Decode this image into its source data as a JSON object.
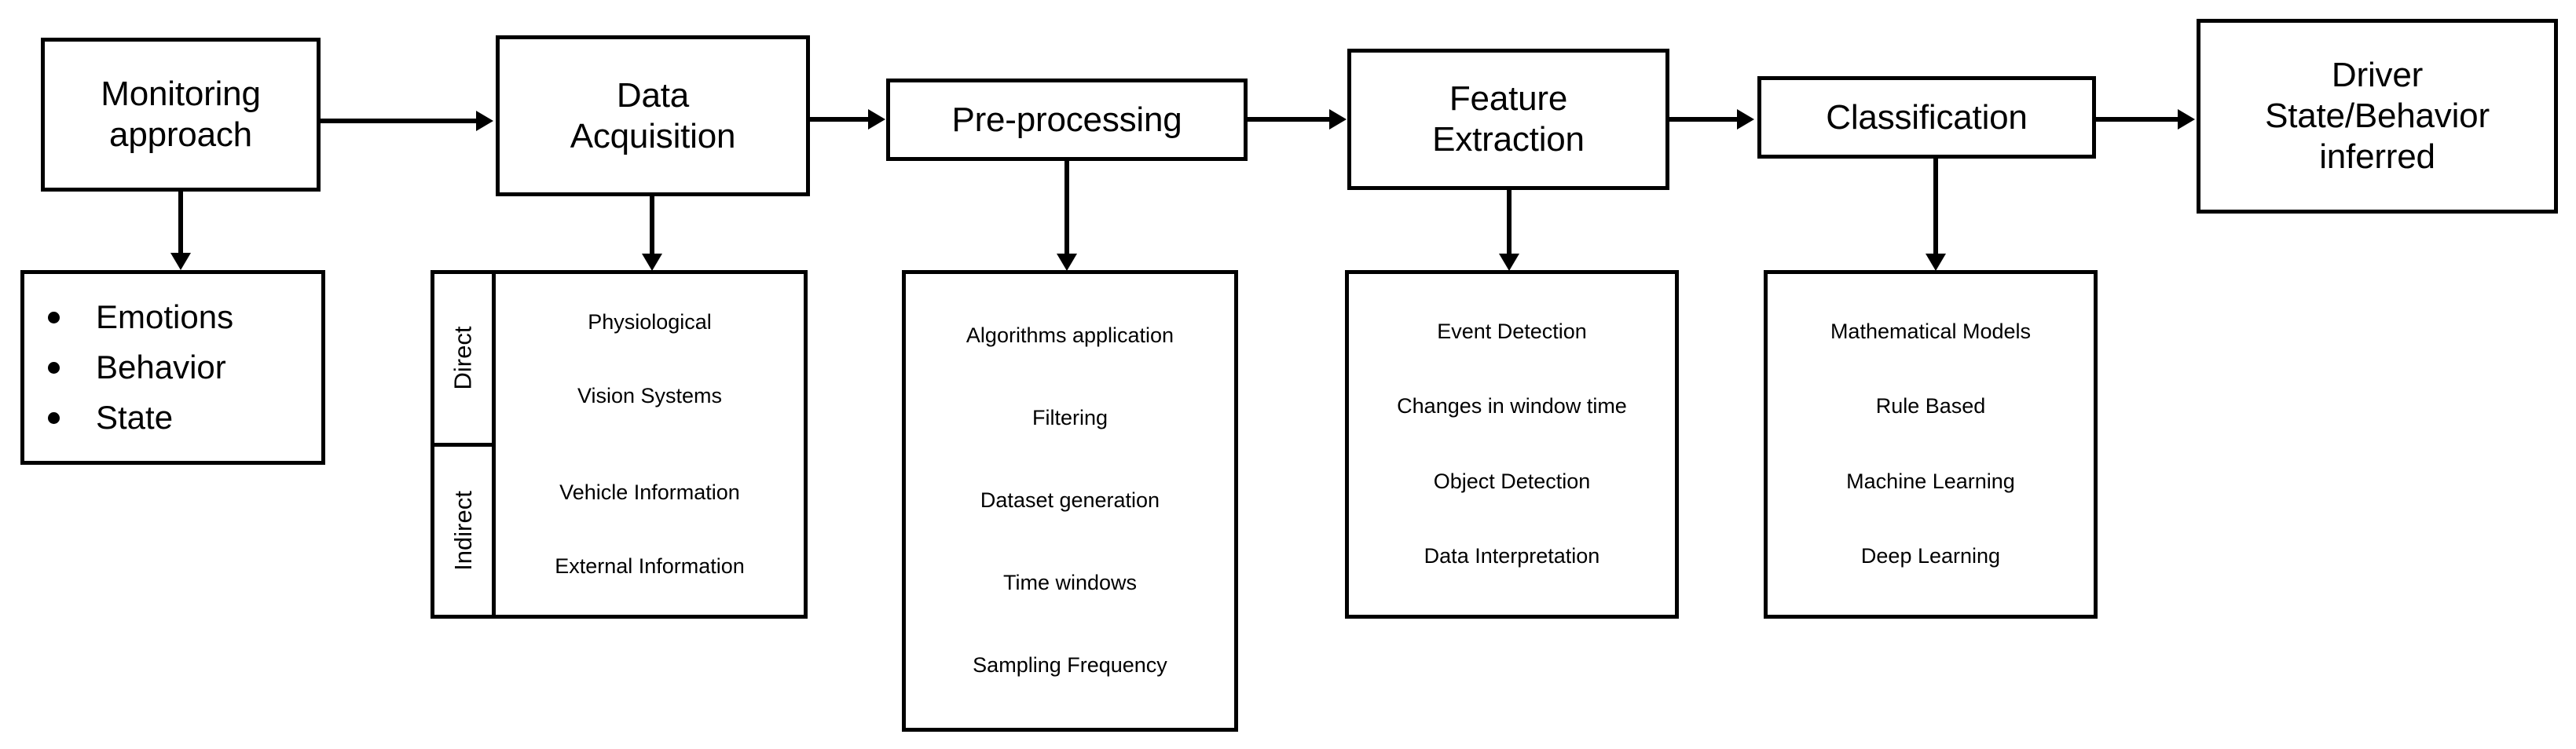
{
  "diagram": {
    "title": "Driver monitoring pipeline flowchart",
    "stages": [
      {
        "id": "monitoring-approach",
        "lines": [
          "Monitoring",
          "approach"
        ]
      },
      {
        "id": "data-acquisition",
        "lines": [
          "Data",
          "Acquisition"
        ]
      },
      {
        "id": "pre-processing",
        "lines": [
          "Pre-processing"
        ]
      },
      {
        "id": "feature-extraction",
        "lines": [
          "Feature",
          "Extraction"
        ]
      },
      {
        "id": "classification",
        "lines": [
          "Classification"
        ]
      },
      {
        "id": "driver-state-behavior-inferred",
        "lines": [
          "Driver",
          "State/Behavior",
          "inferred"
        ]
      }
    ],
    "monitoring_details": {
      "bullets": [
        "Emotions",
        "Behavior",
        "State"
      ]
    },
    "acquisition_details": {
      "groups": [
        {
          "label": "Direct",
          "items": [
            "Physiological",
            "Vision Systems"
          ]
        },
        {
          "label": "Indirect",
          "items": [
            "Vehicle Information",
            "External Information"
          ]
        }
      ]
    },
    "preprocessing_details": {
      "items": [
        "Algorithms application",
        "Filtering",
        "Dataset generation",
        "Time windows",
        "Sampling Frequency"
      ]
    },
    "feature_details": {
      "items": [
        "Event Detection",
        "Changes in window time",
        "Object Detection",
        "Data Interpretation"
      ]
    },
    "classification_details": {
      "items": [
        "Mathematical Models",
        "Rule Based",
        "Machine Learning",
        "Deep Learning"
      ]
    },
    "colors": {
      "stroke": "#000000",
      "background": "#ffffff",
      "text": "#000000"
    }
  }
}
